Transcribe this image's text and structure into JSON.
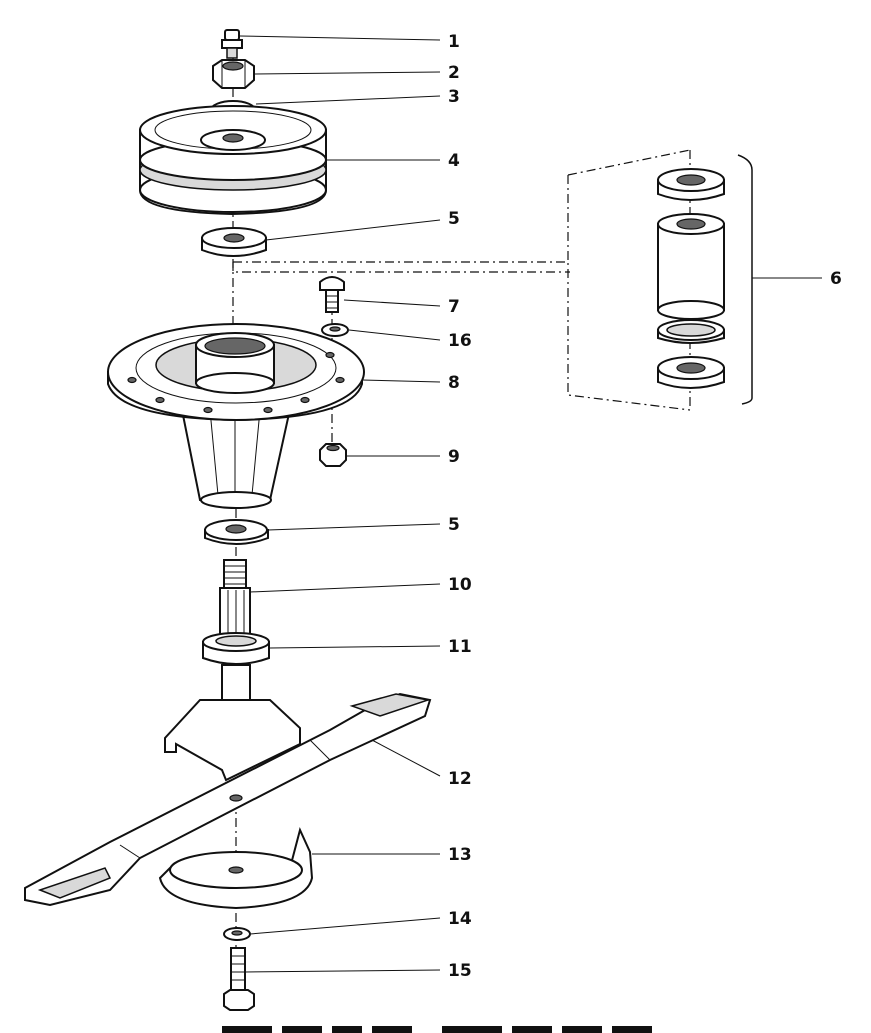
{
  "callouts": [
    {
      "id": "c1",
      "label": "1"
    },
    {
      "id": "c2",
      "label": "2"
    },
    {
      "id": "c3",
      "label": "3"
    },
    {
      "id": "c4",
      "label": "4"
    },
    {
      "id": "c5a",
      "label": "5"
    },
    {
      "id": "c6",
      "label": "6"
    },
    {
      "id": "c7",
      "label": "7"
    },
    {
      "id": "c16",
      "label": "16"
    },
    {
      "id": "c8",
      "label": "8"
    },
    {
      "id": "c9",
      "label": "9"
    },
    {
      "id": "c5b",
      "label": "5"
    },
    {
      "id": "c10",
      "label": "10"
    },
    {
      "id": "c11",
      "label": "11"
    },
    {
      "id": "c12",
      "label": "12"
    },
    {
      "id": "c13",
      "label": "13"
    },
    {
      "id": "c14",
      "label": "14"
    },
    {
      "id": "c15",
      "label": "15"
    }
  ]
}
